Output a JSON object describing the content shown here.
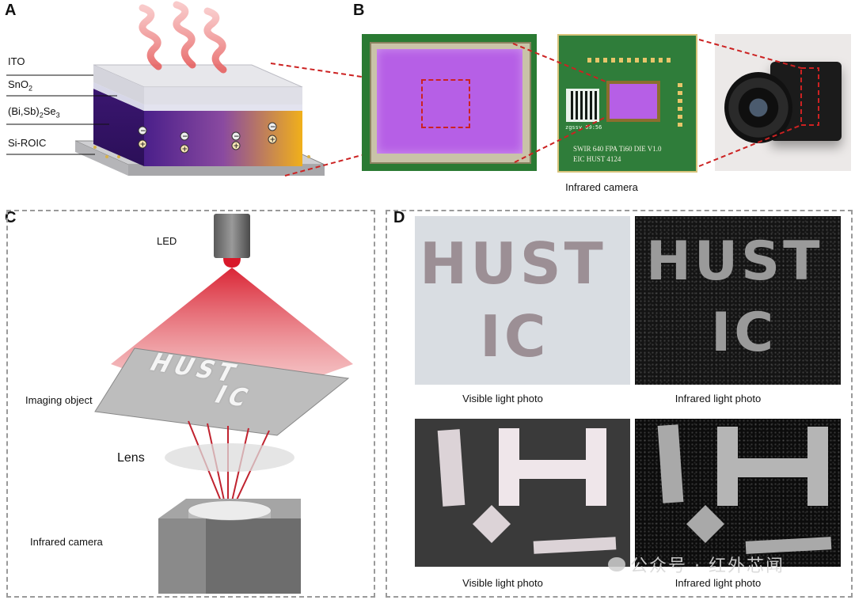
{
  "panels": {
    "a": {
      "label": "A",
      "layers": {
        "ito": "ITO",
        "sno2_base": "SnO",
        "sno2_sub": "2",
        "bise_pre": "(Bi,Sb)",
        "bise_sub1": "2",
        "bise_mid": "Se",
        "bise_sub2": "3",
        "roic": "Si-ROIC"
      }
    },
    "b": {
      "label": "B",
      "board_text_line1": "SWIR 640 FPA Ti60 DIE V1.0",
      "board_text_line2": "EIC HUST 4124",
      "board_qr_text": "zgssy 09:56",
      "caption": "Infrared camera"
    },
    "c": {
      "label": "C",
      "led": "LED",
      "object_text_line1": "HUST",
      "object_text_line2": "IC",
      "imaging_object": "Imaging object",
      "lens": "Lens",
      "camera": "Infrared camera"
    },
    "d": {
      "label": "D",
      "hust_text_line1": "HUST",
      "hust_text_line2": "IC",
      "captions": {
        "top_left": "Visible light photo",
        "top_right": "Infrared light photo",
        "bottom_left": "Visible light photo",
        "bottom_right": "Infrared light photo"
      }
    }
  },
  "watermark": "公众号 · 红外芯闻",
  "colors": {
    "sensor_purple": "#b75ce6",
    "pcb_green": "#2f7d3a",
    "dashed_red": "#cc2222",
    "led_red": "#d8192a"
  }
}
